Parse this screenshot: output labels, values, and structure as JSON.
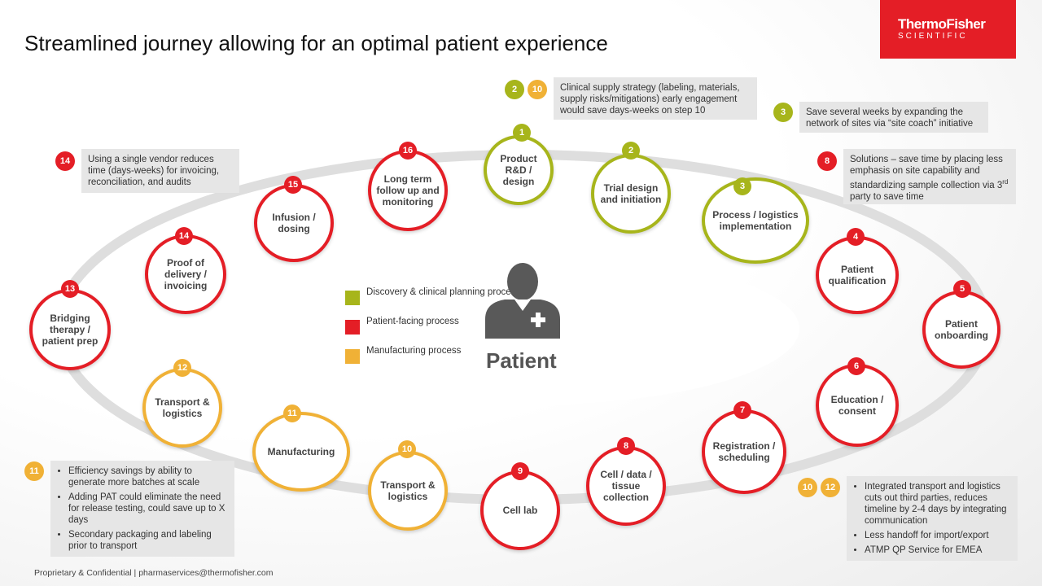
{
  "title": "Streamlined journey allowing for an optimal patient experience",
  "logo": {
    "line1": "ThermoFisher",
    "line2": "SCIENTIFIC"
  },
  "colors": {
    "discovery": "#a7b51b",
    "patient": "#e41e26",
    "manufacturing": "#f0b136"
  },
  "center": {
    "label": "Patient",
    "icon": "patient-plus-icon"
  },
  "legend": [
    {
      "color": "#a7b51b",
      "label": "Discovery & clinical planning process"
    },
    {
      "color": "#e41e26",
      "label": "Patient-facing process"
    },
    {
      "color": "#f0b136",
      "label": "Manufacturing process"
    }
  ],
  "steps": [
    {
      "num": "1",
      "label": "Product R&D / design",
      "cat": "discovery"
    },
    {
      "num": "2",
      "label": "Trial design and initiation",
      "cat": "discovery"
    },
    {
      "num": "3",
      "label": "Process / logistics implementation",
      "cat": "discovery"
    },
    {
      "num": "4",
      "label": "Patient qualification",
      "cat": "patient"
    },
    {
      "num": "5",
      "label": "Patient onboarding",
      "cat": "patient"
    },
    {
      "num": "6",
      "label": "Education / consent",
      "cat": "patient"
    },
    {
      "num": "7",
      "label": "Registration / scheduling",
      "cat": "patient"
    },
    {
      "num": "8",
      "label": "Cell / data / tissue collection",
      "cat": "patient"
    },
    {
      "num": "9",
      "label": "Cell lab",
      "cat": "patient"
    },
    {
      "num": "10",
      "label": "Transport & logistics",
      "cat": "manufacturing"
    },
    {
      "num": "11",
      "label": "Manufacturing",
      "cat": "manufacturing"
    },
    {
      "num": "12",
      "label": "Transport & logistics",
      "cat": "manufacturing"
    },
    {
      "num": "13",
      "label": "Bridging therapy / patient prep",
      "cat": "patient"
    },
    {
      "num": "14",
      "label": "Proof of delivery / invoicing",
      "cat": "patient"
    },
    {
      "num": "15",
      "label": "Infusion / dosing",
      "cat": "patient"
    },
    {
      "num": "16",
      "label": "Long term follow up and monitoring",
      "cat": "patient"
    }
  ],
  "notes": {
    "n2_10": {
      "badges": [
        "2",
        "10"
      ],
      "text": "Clinical supply strategy (labeling, materials, supply risks/mitigations) early engagement would save days-weeks on step 10"
    },
    "n3": {
      "badges": [
        "3"
      ],
      "text": "Save several weeks by expanding the network of sites via “site coach” initiative"
    },
    "n8": {
      "badges": [
        "8"
      ],
      "text_before": "Solutions – save time by placing less emphasis on site capability and standardizing sample collection via 3",
      "sup": "rd",
      "text_after": " party to save time"
    },
    "n14": {
      "badges": [
        "14"
      ],
      "text": "Using a single vendor reduces time (days-weeks) for invoicing, reconciliation, and audits"
    },
    "n11": {
      "badges": [
        "11"
      ],
      "bullets": [
        "Efficiency savings by ability to generate more batches at scale",
        "Adding PAT could eliminate the need for release testing, could save up to X days",
        "Secondary packaging and labeling prior to transport"
      ]
    },
    "n10_12": {
      "badges": [
        "10",
        "12"
      ],
      "bullets": [
        "Integrated transport and logistics cuts out third parties, reduces timeline by 2-4 days by integrating communication",
        "Less handoff for import/export",
        "ATMP  QP Service for EMEA"
      ]
    }
  },
  "footer": "Proprietary & Confidential | pharmaservices@thermofisher.com"
}
